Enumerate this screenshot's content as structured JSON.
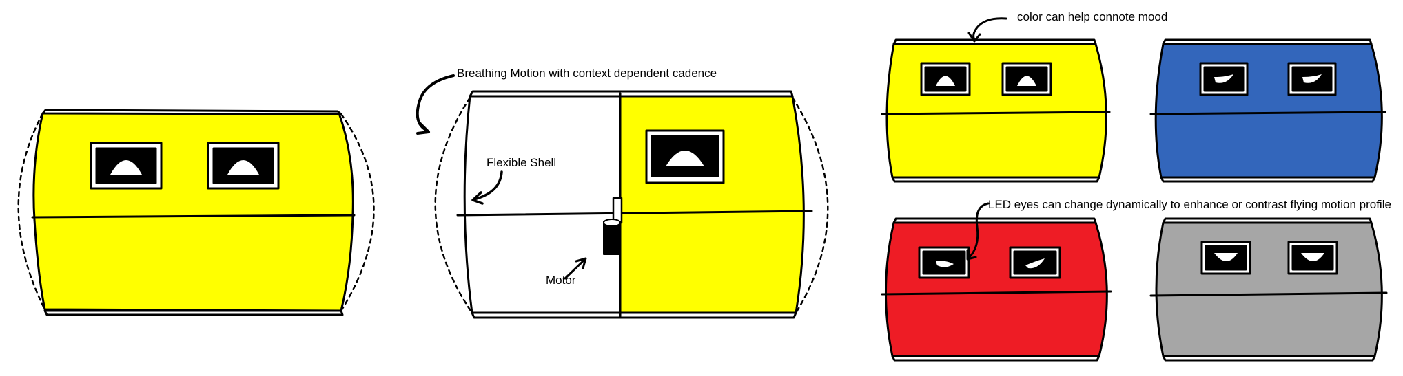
{
  "annotations": {
    "breathing": "Breathing Motion with context dependent cadence",
    "flexible_shell": "Flexible Shell",
    "motor": "Motor",
    "color_mood": "color can help connote mood",
    "led_eyes": "LED eyes can change dynamically to enhance or contrast flying motion profile"
  },
  "colors": {
    "yellow": "#ffff00",
    "blue": "#3366bb",
    "red": "#ee1c25",
    "gray": "#a6a6a6",
    "white": "#ffffff",
    "outline": "#000000"
  },
  "icons": {
    "eye": "led-eye-icon",
    "motor": "motor-icon",
    "arrow": "curved-arrow-icon"
  }
}
